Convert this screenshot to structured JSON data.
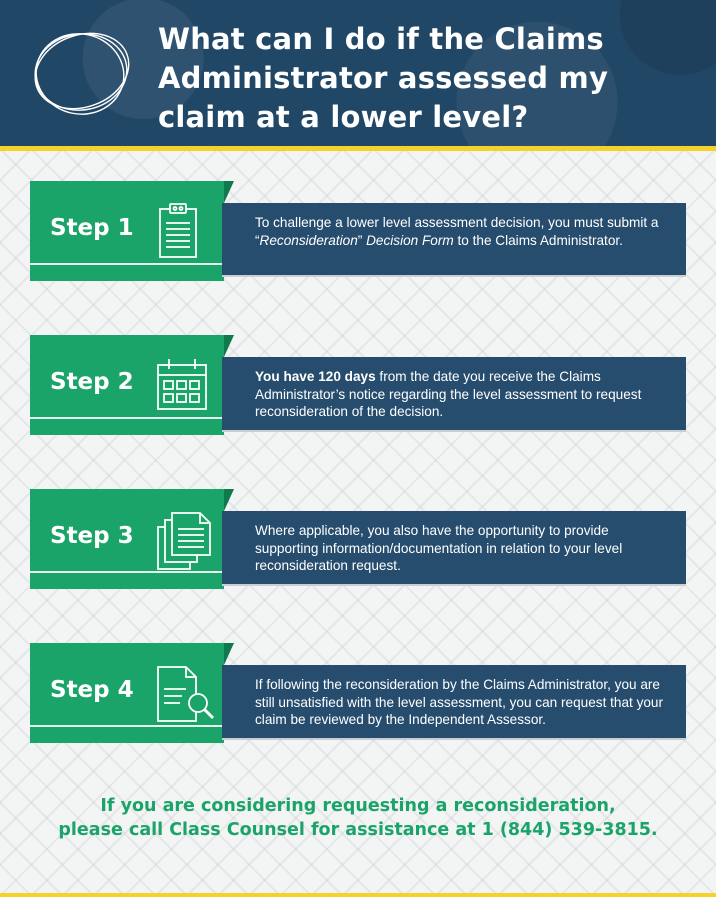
{
  "header": {
    "title": "What can I do if the Claims Administrator assessed my claim at a lower level?"
  },
  "steps": [
    {
      "label": "Step 1",
      "icon": "clipboard-icon",
      "text_before": "To challenge a lower level assessment decision, you must submit a “",
      "text_italic": "Reconsideration",
      "text_mid": "” ",
      "text_italic2": "Decision Form",
      "text_after": " to the Claims Administrator."
    },
    {
      "label": "Step 2",
      "icon": "calendar-icon",
      "text_bold": "You have 120 days",
      "text_after": " from the date you receive the Claims Administrator’s notice regarding the level assessment to request reconsideration of the decision."
    },
    {
      "label": "Step 3",
      "icon": "documents-icon",
      "text": "Where applicable, you also have the opportunity to provide supporting information/documentation in relation to your level reconsideration request."
    },
    {
      "label": "Step 4",
      "icon": "document-search-icon",
      "text": "If following the reconsideration by the Claims Administrator, you are still unsatisfied with the level assessment, you can request that your claim be reviewed by the Independent Assessor."
    }
  ],
  "footer": {
    "line1": "If you are considering requesting a reconsideration,",
    "line2": "please call Class Counsel for assistance at 1 (844) 539-3815."
  },
  "colors": {
    "header_bg": "#214766",
    "accent_yellow": "#f2d22b",
    "badge_green": "#1ba46a",
    "panel_blue": "#274d6e"
  }
}
